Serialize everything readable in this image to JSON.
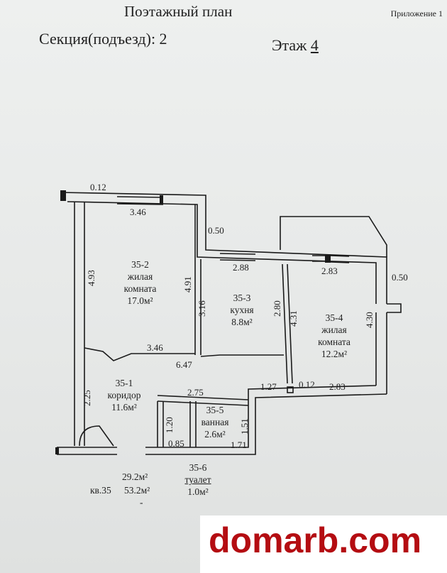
{
  "header": {
    "title": "Поэтажный план",
    "appendix": "Приложение 1",
    "section": "Секция(подъезд): 2",
    "floor_label": "Этаж",
    "floor_value": "4"
  },
  "dimensions": {
    "d012_top": "0.12",
    "d346_top": "3.46",
    "d050_a": "0.50",
    "d050_b": "0.50",
    "d288": "2.88",
    "d283_top": "2.83",
    "d493": "4.93",
    "d491": "4.91",
    "d316": "3.16",
    "d280": "2.80",
    "d431": "4.31",
    "d430": "4.30",
    "d346_mid": "3.46",
    "d647": "6.47",
    "d127": "1.27",
    "d012_mid": "0.12",
    "d283_mid": "2.83",
    "d225": "2.25",
    "d275": "2.75",
    "d120": "1.20",
    "d151": "1.51",
    "d085": "0.85",
    "d171": "1.71"
  },
  "rooms": {
    "r352": {
      "id": "35-2",
      "name": "жилая",
      "name2": "комната",
      "area": "17.0м²"
    },
    "r353": {
      "id": "35-3",
      "name": "кухня",
      "area": "8.8м²"
    },
    "r354": {
      "id": "35-4",
      "name": "жилая",
      "name2": "комната",
      "area": "12.2м²"
    },
    "r351": {
      "id": "35-1",
      "name": "коридор",
      "area": "11.6м²"
    },
    "r355": {
      "id": "35-5",
      "name": "ванная",
      "area": "2.6м²"
    },
    "r356": {
      "id": "35-6",
      "name": "туалет",
      "area": "1.0м²"
    }
  },
  "totals": {
    "living": "29.2м²",
    "apt_label": "кв.35",
    "total": "53.2м²",
    "dash": "-"
  },
  "watermark": "domarb.com"
}
